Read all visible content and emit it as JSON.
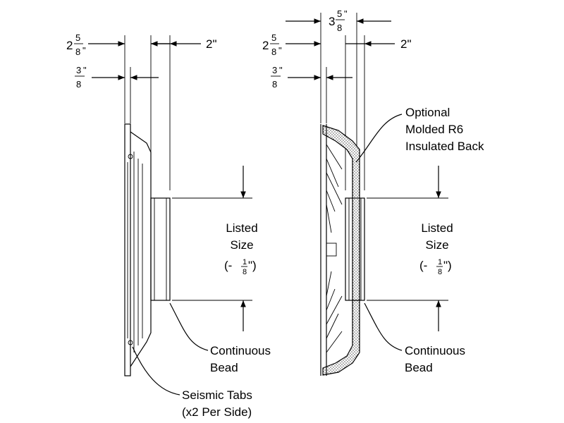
{
  "left_view": {
    "dim_a": {
      "whole": "2",
      "num": "5",
      "den": "8",
      "unit": "\""
    },
    "dim_b": {
      "value": "2\""
    },
    "dim_c": {
      "num": "3",
      "den": "8",
      "unit": "\""
    },
    "listed_size": [
      "Listed",
      "Size"
    ],
    "tolerance": {
      "prefix": "(- ",
      "num": "1",
      "den": "8",
      "suffix": "\")"
    },
    "bead_label": [
      "Continuous",
      "Bead"
    ],
    "tabs_label": [
      "Seismic Tabs",
      "(x2 Per Side)"
    ]
  },
  "right_view": {
    "dim_top": {
      "whole": "3",
      "num": "5",
      "den": "8",
      "unit": "\""
    },
    "dim_a": {
      "whole": "2",
      "num": "5",
      "den": "8",
      "unit": "\""
    },
    "dim_b": {
      "value": "2\""
    },
    "dim_c": {
      "num": "3",
      "den": "8",
      "unit": "\""
    },
    "insulated_label": [
      "Optional",
      "Molded R6",
      "Insulated Back"
    ],
    "listed_size": [
      "Listed",
      "Size"
    ],
    "tolerance": {
      "prefix": "(- ",
      "num": "1",
      "den": "8",
      "suffix": "\")"
    },
    "bead_label": [
      "Continuous",
      "Bead"
    ]
  }
}
